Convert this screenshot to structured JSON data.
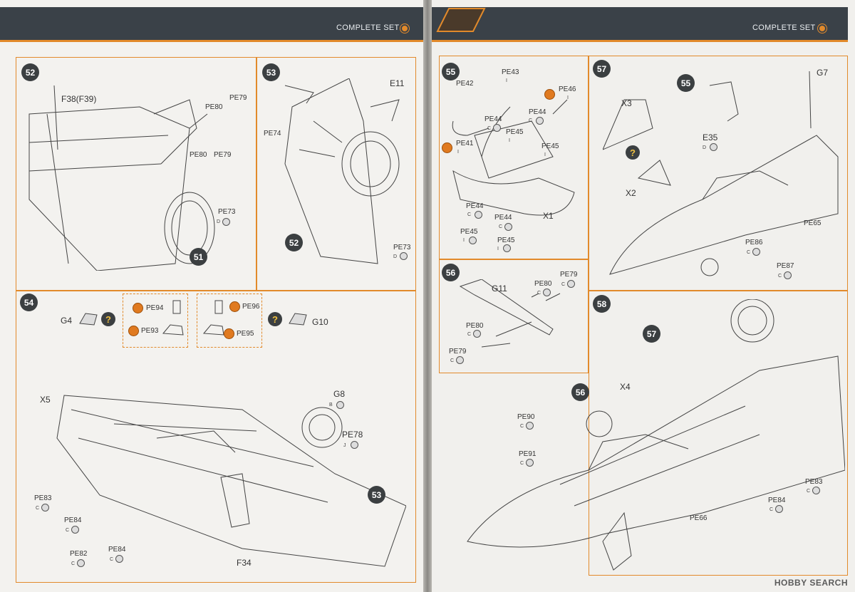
{
  "header": {
    "left_title": "COMPLETE SET",
    "right_title": "COMPLETE SET"
  },
  "brand": {
    "accent": "#e28a2b",
    "banner": "#3a4148"
  },
  "steps": {
    "s52": "52",
    "s53": "53",
    "s54": "54",
    "s55": "55",
    "s56": "56",
    "s57": "57",
    "s58": "58"
  },
  "refs": {
    "r51": "51",
    "r52": "52",
    "r53": "53",
    "r55": "55",
    "r56": "56",
    "r57": "57"
  },
  "labels": {
    "f38": "F38(F39)",
    "pe80a": "PE80",
    "pe79a": "PE79",
    "pe80b": "PE80",
    "pe79b": "PE79",
    "pe73a": "PE73",
    "pe73a_sub": "D",
    "e11": "E11",
    "pe74": "PE74",
    "pe73b": "PE73",
    "pe73b_sub": "D",
    "pe43": "PE43",
    "pe43_sub": "I",
    "pe42": "PE42",
    "pe46": "PE46",
    "pe46_sub": "I",
    "pe44a": "PE44",
    "pe44a_sub": "C",
    "pe44b": "PE44",
    "pe44b_sub": "C",
    "pe45a": "PE45",
    "pe45a_sub": "I",
    "pe45b": "PE45",
    "pe45b_sub": "I",
    "pe41": "PE41",
    "pe41_sub": "I",
    "pe44c": "PE44",
    "pe44c_sub": "C",
    "pe44d": "PE44",
    "pe44d_sub": "C",
    "pe45c": "PE45",
    "pe45c_sub": "I",
    "pe45d": "PE45",
    "pe45d_sub": "I",
    "x1": "X1",
    "g7": "G7",
    "x3": "X3",
    "e35": "E35",
    "e35_sub": "D",
    "x2": "X2",
    "pe65": "PE65",
    "pe86": "PE86",
    "pe86_sub": "C",
    "pe87": "PE87",
    "pe87_sub": "C",
    "g4": "G4",
    "pe94": "PE94",
    "pe93": "PE93",
    "pe96": "PE96",
    "pe95": "PE95",
    "g10": "G10",
    "x5": "X5",
    "g8": "G8",
    "g8_sub": "B",
    "pe78": "PE78",
    "pe78_sub": "J",
    "pe83a": "PE83",
    "pe83a_sub": "C",
    "pe84a": "PE84",
    "pe84a_sub": "C",
    "pe82": "PE82",
    "pe82_sub": "C",
    "pe84b": "PE84",
    "pe84b_sub": "C",
    "f34": "F34",
    "g11": "G11",
    "pe80c": "PE80",
    "pe80c_sub": "C",
    "pe79c": "PE79",
    "pe79c_sub": "C",
    "pe80d": "PE80",
    "pe80d_sub": "C",
    "pe79d": "PE79",
    "pe79d_sub": "C",
    "x4": "X4",
    "pe90": "PE90",
    "pe90_sub": "C",
    "pe91": "PE91",
    "pe91_sub": "C",
    "pe83b": "PE83",
    "pe83b_sub": "C",
    "pe84c": "PE84",
    "pe84c_sub": "C",
    "pe66": "PE66"
  },
  "watermark": "HOBBY SEARCH",
  "qmark": "?"
}
